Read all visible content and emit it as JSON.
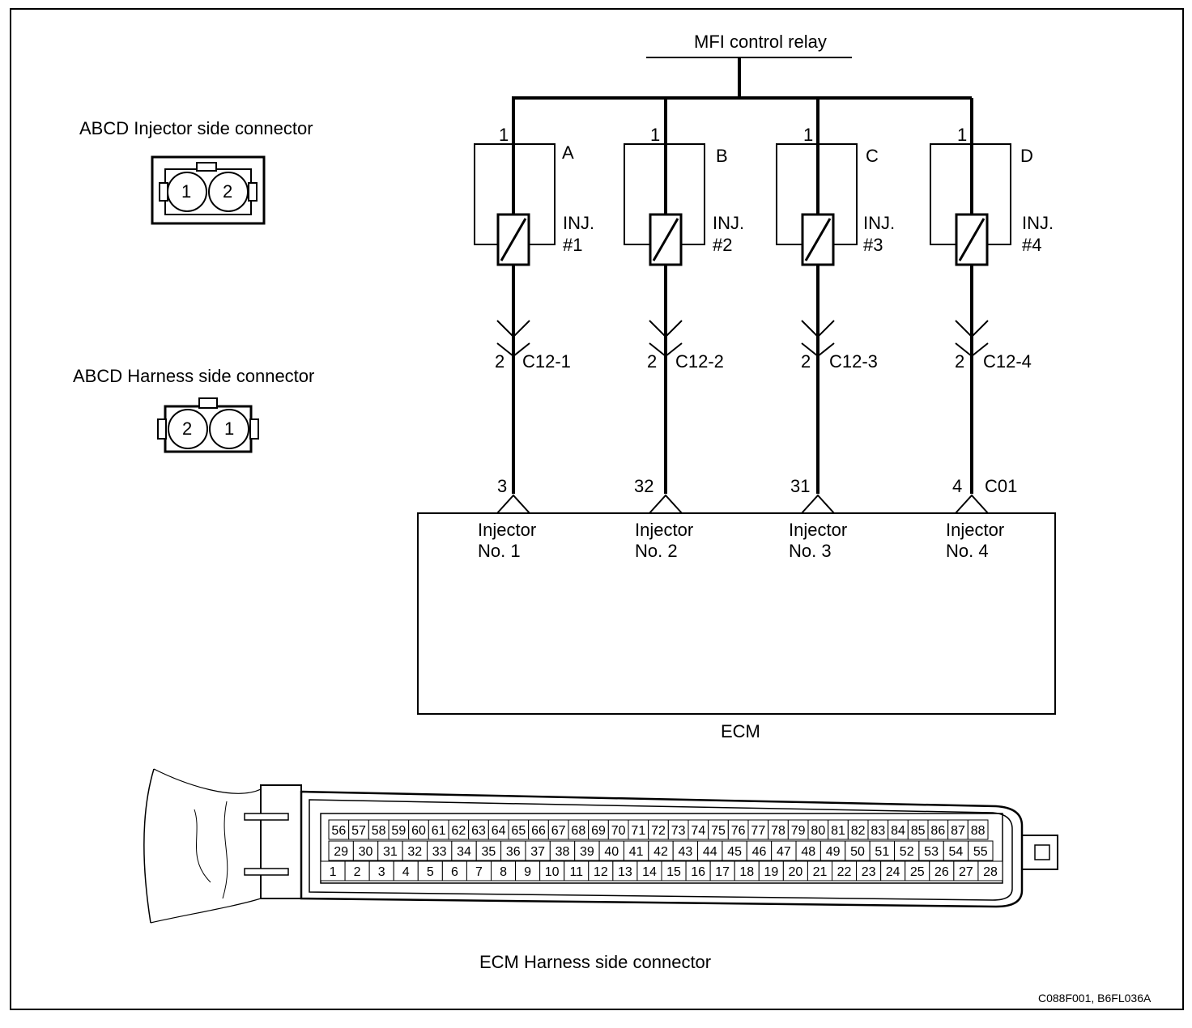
{
  "relay_label": "MFI control relay",
  "injector_conn_label": "ABCD Injector side connector",
  "harness_conn_label": "ABCD Harness side connector",
  "injector_conn_pins": [
    "1",
    "2"
  ],
  "harness_conn_pins": [
    "2",
    "1"
  ],
  "injectors": [
    {
      "letter": "A",
      "top_pin": "1",
      "name_line1": "INJ.",
      "name_line2": "#1",
      "bottom_pin": "2",
      "connector": "C12-1",
      "ecm_pin": "3",
      "ecm_label1": "Injector",
      "ecm_label2": "No. 1"
    },
    {
      "letter": "B",
      "top_pin": "1",
      "name_line1": "INJ.",
      "name_line2": "#2",
      "bottom_pin": "2",
      "connector": "C12-2",
      "ecm_pin": "32",
      "ecm_label1": "Injector",
      "ecm_label2": "No. 2"
    },
    {
      "letter": "C",
      "top_pin": "1",
      "name_line1": "INJ.",
      "name_line2": "#3",
      "bottom_pin": "2",
      "connector": "C12-3",
      "ecm_pin": "31",
      "ecm_label1": "Injector",
      "ecm_label2": "No. 3"
    },
    {
      "letter": "D",
      "top_pin": "1",
      "name_line1": "INJ.",
      "name_line2": "#4",
      "bottom_pin": "2",
      "connector": "C12-4",
      "ecm_pin": "4",
      "ecm_label1": "Injector",
      "ecm_label2": "No. 4"
    }
  ],
  "ecm_connector_id": "C01",
  "ecm_label": "ECM",
  "ecm_harness_label": "ECM Harness side connector",
  "ecm_pins_row1": [
    "56",
    "57",
    "58",
    "59",
    "60",
    "61",
    "62",
    "63",
    "64",
    "65",
    "66",
    "67",
    "68",
    "69",
    "70",
    "71",
    "72",
    "73",
    "74",
    "75",
    "76",
    "77",
    "78",
    "79",
    "80",
    "81",
    "82",
    "83",
    "84",
    "85",
    "86",
    "87",
    "88"
  ],
  "ecm_pins_row2": [
    "29",
    "30",
    "31",
    "32",
    "33",
    "34",
    "35",
    "36",
    "37",
    "38",
    "39",
    "40",
    "41",
    "42",
    "43",
    "44",
    "45",
    "46",
    "47",
    "48",
    "49",
    "50",
    "51",
    "52",
    "53",
    "54",
    "55"
  ],
  "ecm_pins_row3": [
    "1",
    "2",
    "3",
    "4",
    "5",
    "6",
    "7",
    "8",
    "9",
    "10",
    "11",
    "12",
    "13",
    "14",
    "15",
    "16",
    "17",
    "18",
    "19",
    "20",
    "21",
    "22",
    "23",
    "24",
    "25",
    "26",
    "27",
    "28"
  ],
  "figure_code": "C088F001, B6FL036A"
}
